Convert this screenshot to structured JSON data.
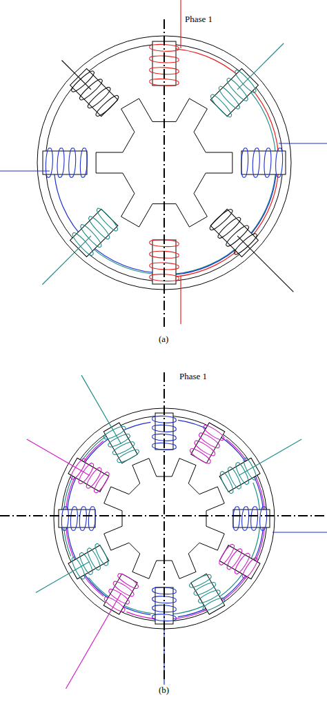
{
  "diagram": {
    "labels": [
      "Phase 1",
      "(a)",
      "Phase 1",
      "(b)"
    ]
  }
}
